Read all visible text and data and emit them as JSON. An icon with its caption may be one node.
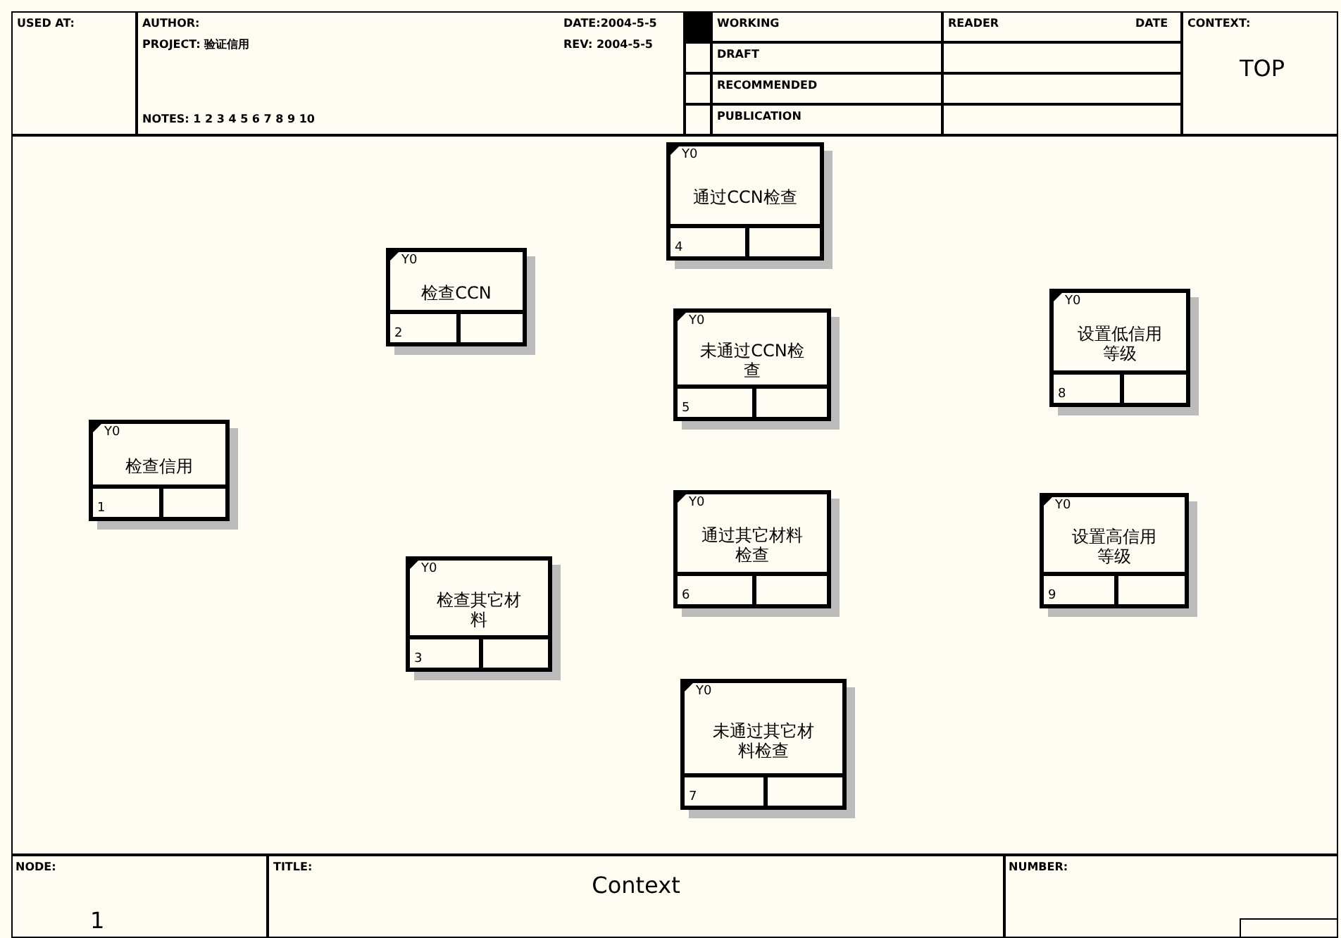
{
  "diagram": {
    "title": "Context",
    "nodes": [
      {
        "text": [
          "Y0",
          "检查信用",
          "1"
        ]
      },
      {
        "text": [
          "Y0",
          "检查CCN",
          "2"
        ]
      },
      {
        "text": [
          "Y0",
          "检查其它材料",
          "3"
        ]
      },
      {
        "text": [
          "Y0",
          "通过CCN检查",
          "4"
        ]
      },
      {
        "text": [
          "Y0",
          "未通过CCN检查",
          "5"
        ]
      },
      {
        "text": [
          "Y0",
          "通过其它材料检查",
          "6"
        ]
      },
      {
        "text": [
          "Y0",
          "未通过其它材料检查",
          "7"
        ]
      },
      {
        "text": [
          "Y0",
          "设置低信用等级",
          "8"
        ]
      },
      {
        "text": [
          "Y0",
          "设置高信用等级",
          "9"
        ]
      }
    ],
    "labels": [
      "USED AT:",
      "AUTHOR:",
      "DATE:2004-5-5",
      "PROJECT: 验证信用",
      "REV: 2004-5-5",
      "NOTES: 1 2 3 4 5 6 7 8 9 10",
      "WORKING",
      "READER",
      "DATE",
      "CONTEXT:",
      "DRAFT",
      "RECOMMENDED",
      "PUBLICATION",
      "TOP",
      "NODE:",
      "1",
      "TITLE:",
      "NUMBER:"
    ]
  }
}
